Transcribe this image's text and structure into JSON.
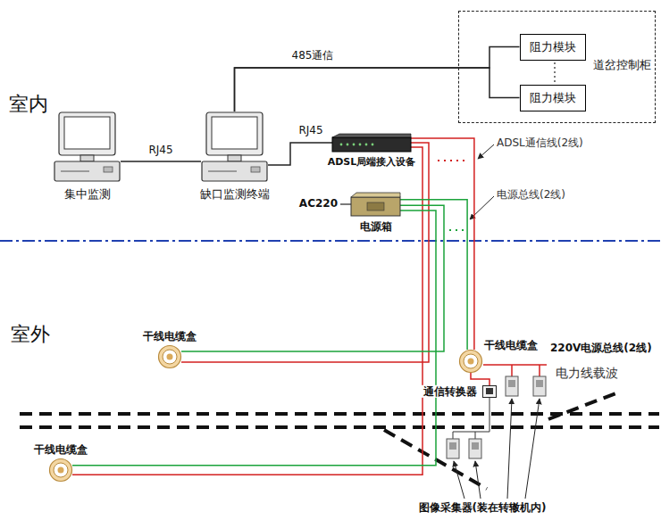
{
  "diagram": {
    "nodes": [
      {
        "text": [
          "集中监测"
        ]
      },
      {
        "text": [
          "缺口监测终端"
        ]
      },
      {
        "text": [
          "道岔控制柜"
        ]
      },
      {
        "text": [
          "阻力模块"
        ],
        "in": 2
      },
      {
        "text": [
          "阻力模块"
        ],
        "in": 2
      },
      {
        "text": [
          "ADSL局端接入设备"
        ]
      },
      {
        "text": [
          "电源箱"
        ]
      },
      {
        "text": [
          "干线电缆盒"
        ]
      },
      {
        "text": [
          "干线电缆盒"
        ]
      },
      {
        "text": [
          "干线电缆盒"
        ]
      },
      {
        "text": [
          "通信转换器"
        ]
      }
    ],
    "edges": [
      {
        "from": 0,
        "to": 1,
        "label": "RJ45",
        "arrow": "none"
      },
      {
        "from": 1,
        "to": 5,
        "label": "RJ45",
        "arrow": "none"
      },
      {
        "from": 1,
        "to": 3,
        "label": "485通信",
        "arrow": "none"
      },
      {
        "from": 1,
        "to": 4,
        "arrow": "none"
      },
      {
        "from": 5,
        "to": 7,
        "arrow": "none"
      },
      {
        "from": 5,
        "to": 8,
        "arrow": "none"
      },
      {
        "from": 5,
        "to": 9,
        "arrow": "none"
      },
      {
        "from": 6,
        "to": 7,
        "arrow": "none"
      },
      {
        "from": 6,
        "to": 8,
        "arrow": "none"
      },
      {
        "from": 6,
        "to": 9,
        "arrow": "none"
      },
      {
        "from": 8,
        "to": 10,
        "arrow": "none"
      }
    ],
    "labels": [
      "室内",
      "室外",
      "AC220",
      "ADSL通信线(2线)",
      "电源总线(2线)",
      "220V电源总线(2线)",
      "电力线载波",
      "图像采集器(装在转辙机内)"
    ]
  }
}
